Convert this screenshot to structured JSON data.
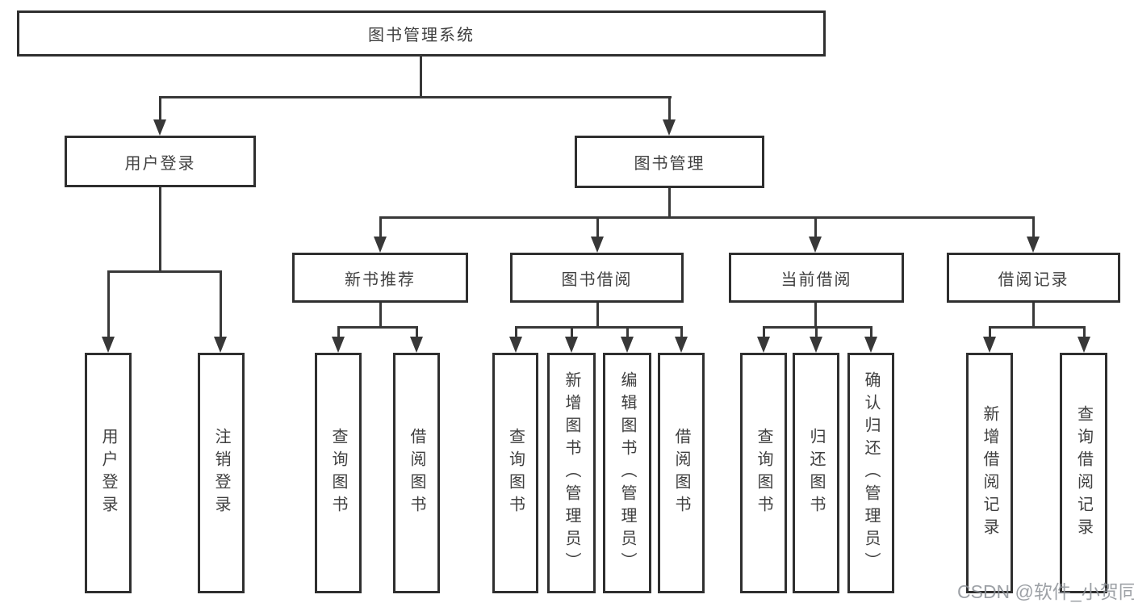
{
  "page": {
    "background": "#ffffff"
  },
  "colors": {
    "line": "#383838",
    "box_border": "#2f2f2f",
    "text": "#404040",
    "watermark": "#8f9296"
  },
  "watermark": {
    "text": "CSDN @软件_小贺同学"
  },
  "diagram": {
    "root": {
      "label": "图书管理系统"
    },
    "level2": [
      {
        "label": "用户登录"
      },
      {
        "label": "图书管理"
      }
    ],
    "level3": [
      {
        "label": "新书推荐"
      },
      {
        "label": "图书借阅"
      },
      {
        "label": "当前借阅"
      },
      {
        "label": "借阅记录"
      }
    ],
    "leaves": {
      "user_login": [
        "用户登录",
        "注销登录"
      ],
      "new_books": [
        "查询图书",
        "借阅图书"
      ],
      "book_borrowing": [
        "查询图书",
        "新增图书（管理员）",
        "编辑图书（管理员）",
        "借阅图书"
      ],
      "current_borrowing": [
        "查询图书",
        "归还图书",
        "确认归还（管理员）"
      ],
      "borrowing_records": [
        "新增借阅记录",
        "查询借阅记录"
      ]
    }
  }
}
